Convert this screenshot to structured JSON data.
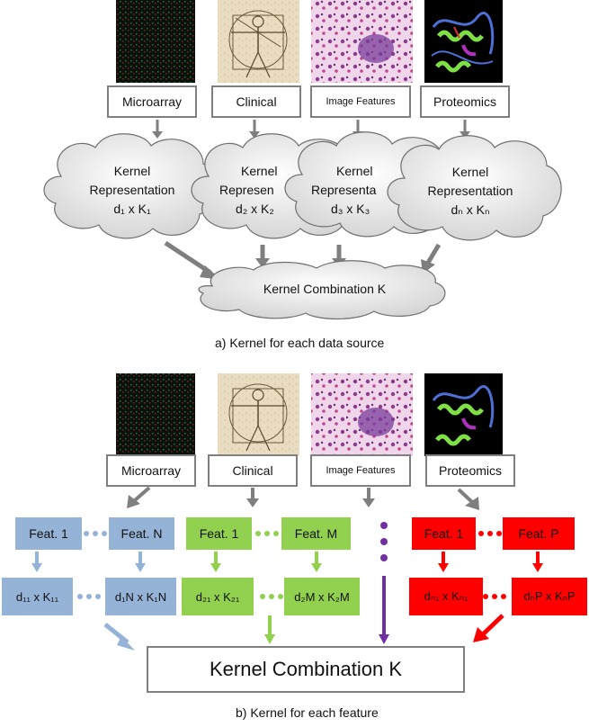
{
  "top": {
    "sources": [
      "Microarray",
      "Clinical",
      "Image Features",
      "Proteomics"
    ],
    "kernel_title": [
      "Kernel",
      "Kernel",
      "Kernel",
      "Kernel"
    ],
    "kernel_rep": [
      "Representation",
      "Represen",
      "Representa",
      "Representation"
    ],
    "kernel_dims": [
      "d₁ x K₁",
      "d₂ x K₂",
      "d₃ x K₃",
      "dₙ x Kₙ"
    ],
    "combination": "Kernel Combination K",
    "caption": "a)   Kernel for each data source"
  },
  "bottom": {
    "sources": [
      "Microarray",
      "Clinical",
      "Image Features",
      "Proteomics"
    ],
    "features": [
      "Feat. 1",
      "Feat. N",
      "Feat. 1",
      "Feat. M",
      "Feat. 1",
      "Feat. P"
    ],
    "kernels": [
      "d₁₁ x K₁₁",
      "d₁N x K₁N",
      "d₂₁ x K₂₁",
      "d₂M x K₂M",
      "dₙ₁ x Kₙ₁",
      "dₙP x KₙP"
    ],
    "combination": "Kernel Combination K",
    "caption": "b)   Kernel for each feature"
  },
  "colors": {
    "blue": "#95b3d7",
    "green": "#92d050",
    "red": "#ff0000",
    "purple": "#7030a0",
    "gray": "#7f7f7f",
    "cloud": "#d9d9d9"
  }
}
